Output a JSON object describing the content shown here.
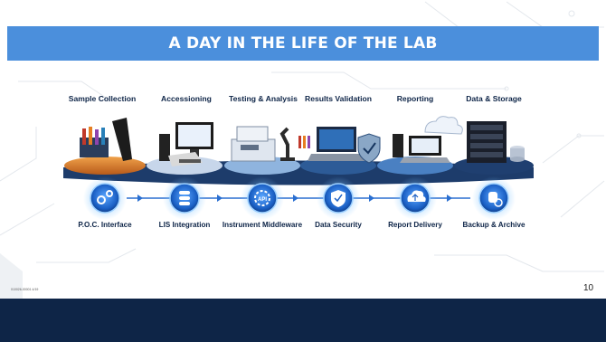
{
  "slide": {
    "title": "A DAY IN THE LIFE OF THE LAB",
    "page_number": "10",
    "footer_code": "010026-00001 4/19"
  },
  "workflow_stages": [
    {
      "label": "Sample Collection",
      "icon": "barcode-scanner-test-tubes-icon"
    },
    {
      "label": "Accessioning",
      "icon": "computer-printer-icon"
    },
    {
      "label": "Testing & Analysis",
      "icon": "analyzer-microscope-icon"
    },
    {
      "label": "Results Validation",
      "icon": "laptop-shield-icon"
    },
    {
      "label": "Reporting",
      "icon": "laptop-cloud-icon"
    },
    {
      "label": "Data & Storage",
      "icon": "server-rack-icon"
    }
  ],
  "integration_nodes": [
    {
      "label": "P.O.C. Interface",
      "icon": "gears-icon"
    },
    {
      "label": "LIS Integration",
      "icon": "database-stack-icon"
    },
    {
      "label": "Instrument Middleware",
      "icon": "api-gear-icon",
      "icon_text": "API"
    },
    {
      "label": "Data Security",
      "icon": "shield-check-icon"
    },
    {
      "label": "Report Delivery",
      "icon": "cloud-upload-icon"
    },
    {
      "label": "Backup & Archive",
      "icon": "database-sync-icon"
    }
  ],
  "colors": {
    "title_bar": "#4b8fdc",
    "footer_bar": "#0e2547",
    "label_text": "#0d2447",
    "node_blue": "#1f66c9",
    "platform_orange": "#d97a2b"
  }
}
